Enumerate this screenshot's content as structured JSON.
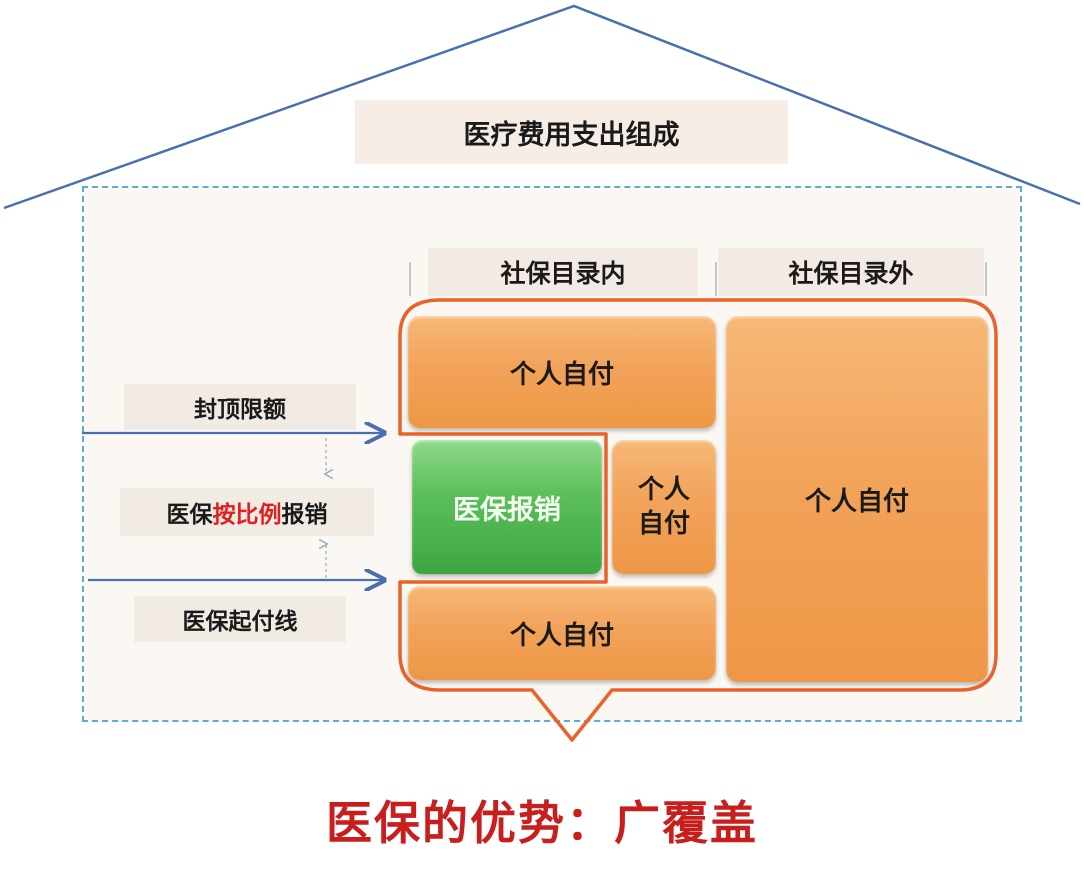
{
  "title": "医疗费用支出组成",
  "columns": {
    "in_catalog": "社保目录内",
    "out_catalog": "社保目录外"
  },
  "side_labels": {
    "cap": "封顶限额",
    "ratio_prefix": "医保",
    "ratio_highlight": "按比例",
    "ratio_suffix": "报销",
    "deductible": "医保起付线"
  },
  "blocks": {
    "self_pay_top": "个人自付",
    "insurance_reimburse": "医保报销",
    "self_pay_mid": "个人\n自付",
    "self_pay_bottom": "个人自付",
    "self_pay_out": "个人自付"
  },
  "slogan": "医保的优势：广覆盖",
  "colors": {
    "roof": "#4a6fb0",
    "arrow": "#4a6fb0",
    "outline": "#e8622a",
    "orange": "#f2a35a",
    "green": "#5cbf5a",
    "slogan": "#c81e1e",
    "highlight": "#e02020"
  }
}
